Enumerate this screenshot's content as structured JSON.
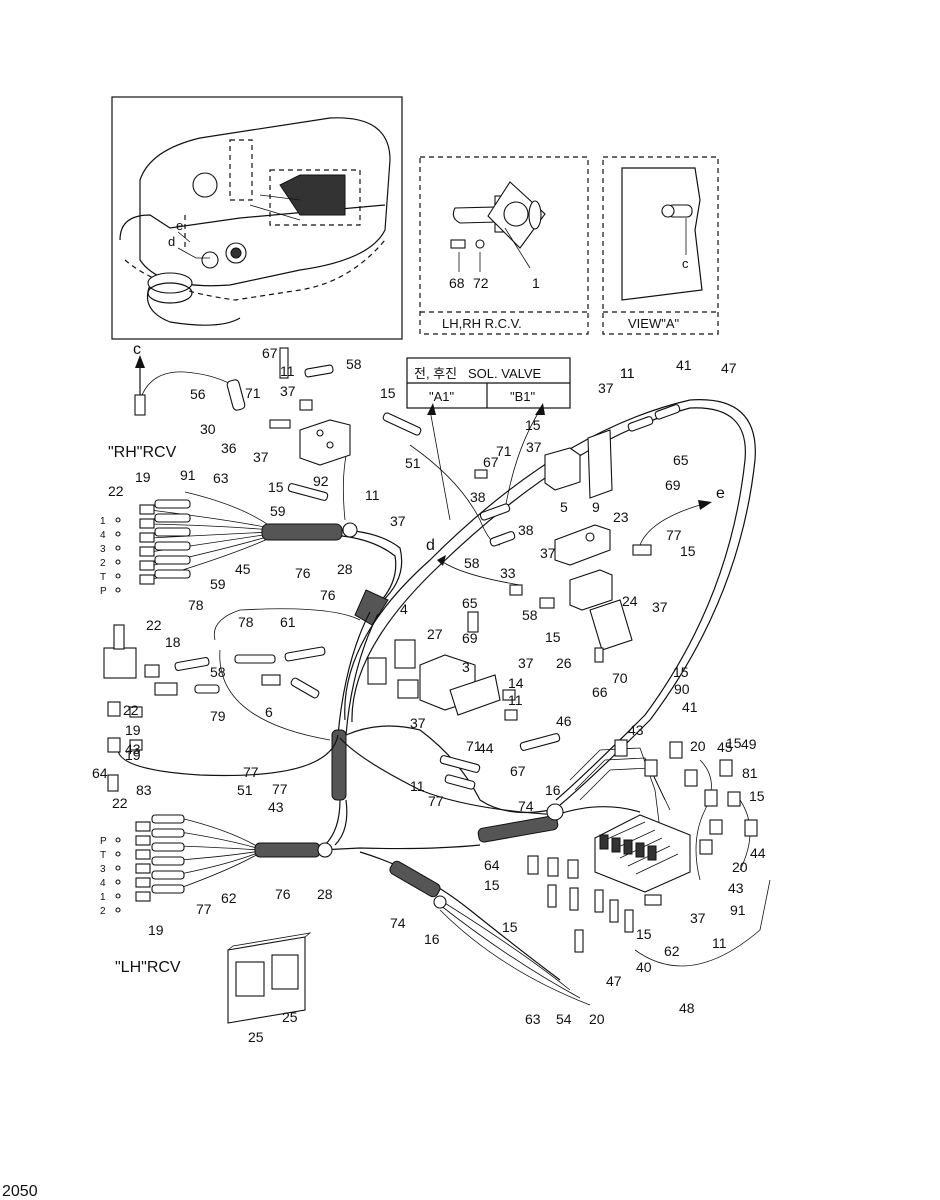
{
  "inset_labels": {
    "rcv_box": "LH,RH R.C.V.",
    "view_box": "VIEW\"A\"",
    "letter_c": "c",
    "letter_d": "d",
    "letter_e": "e"
  },
  "sol_valve": {
    "korean": "전, 후진",
    "title": "SOL. VALVE",
    "a1": "\"A1\"",
    "b1": "\"B1\""
  },
  "group_labels": {
    "rh_rcv": "\"RH\"RCV",
    "lh_rcv": "\"LH\"RCV"
  },
  "port_labels_rh": [
    "1",
    "4",
    "3",
    "2",
    "T",
    "P"
  ],
  "port_labels_lh": [
    "P",
    "T",
    "3",
    "4",
    "1",
    "2"
  ],
  "part_numbers": [
    "68",
    "72",
    "1",
    "67",
    "11",
    "58",
    "56",
    "71",
    "37",
    "15",
    "30",
    "36",
    "37",
    "92",
    "15",
    "51",
    "11",
    "37",
    "59",
    "22",
    "19",
    "91",
    "63",
    "45",
    "76",
    "28",
    "76",
    "59",
    "78",
    "22",
    "18",
    "78",
    "61",
    "58",
    "6",
    "79",
    "22",
    "19",
    "64",
    "19",
    "43",
    "37",
    "11",
    "15",
    "67",
    "71",
    "38",
    "38",
    "5",
    "9",
    "41",
    "47",
    "11",
    "37",
    "65",
    "69",
    "23",
    "77",
    "15",
    "33",
    "58",
    "37",
    "24",
    "37",
    "58",
    "15",
    "26",
    "66",
    "70",
    "4",
    "65",
    "69",
    "27",
    "3",
    "37",
    "14",
    "11",
    "46",
    "37",
    "71",
    "44",
    "67",
    "11",
    "77",
    "15",
    "90",
    "43",
    "41",
    "20",
    "15",
    "45",
    "49",
    "81",
    "15",
    "44",
    "16",
    "74",
    "20",
    "43",
    "37",
    "91",
    "11",
    "62",
    "40",
    "15",
    "48",
    "47",
    "20",
    "54",
    "63",
    "77",
    "51",
    "77",
    "43",
    "22",
    "83",
    "76",
    "28",
    "77",
    "62",
    "19",
    "74",
    "16",
    "64",
    "15",
    "15",
    "25",
    "25"
  ],
  "page_number": "2050"
}
